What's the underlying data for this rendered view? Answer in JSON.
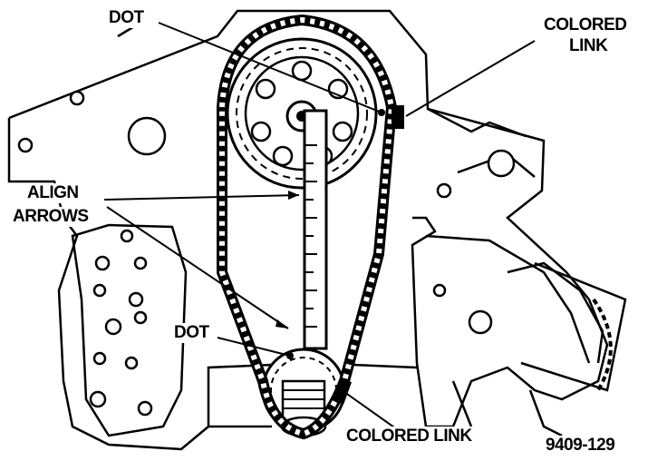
{
  "labels": {
    "dot_top": "DOT",
    "colored_link_top_line1": "COLORED",
    "colored_link_top_line2": "LINK",
    "align_arrows_line1": "ALIGN",
    "align_arrows_line2": "ARROWS",
    "dot_bottom": "DOT",
    "colored_link_bottom": "COLORED LINK",
    "figure_number": "9409-129"
  },
  "colors": {
    "ink": "#000000",
    "paper": "#ffffff"
  }
}
